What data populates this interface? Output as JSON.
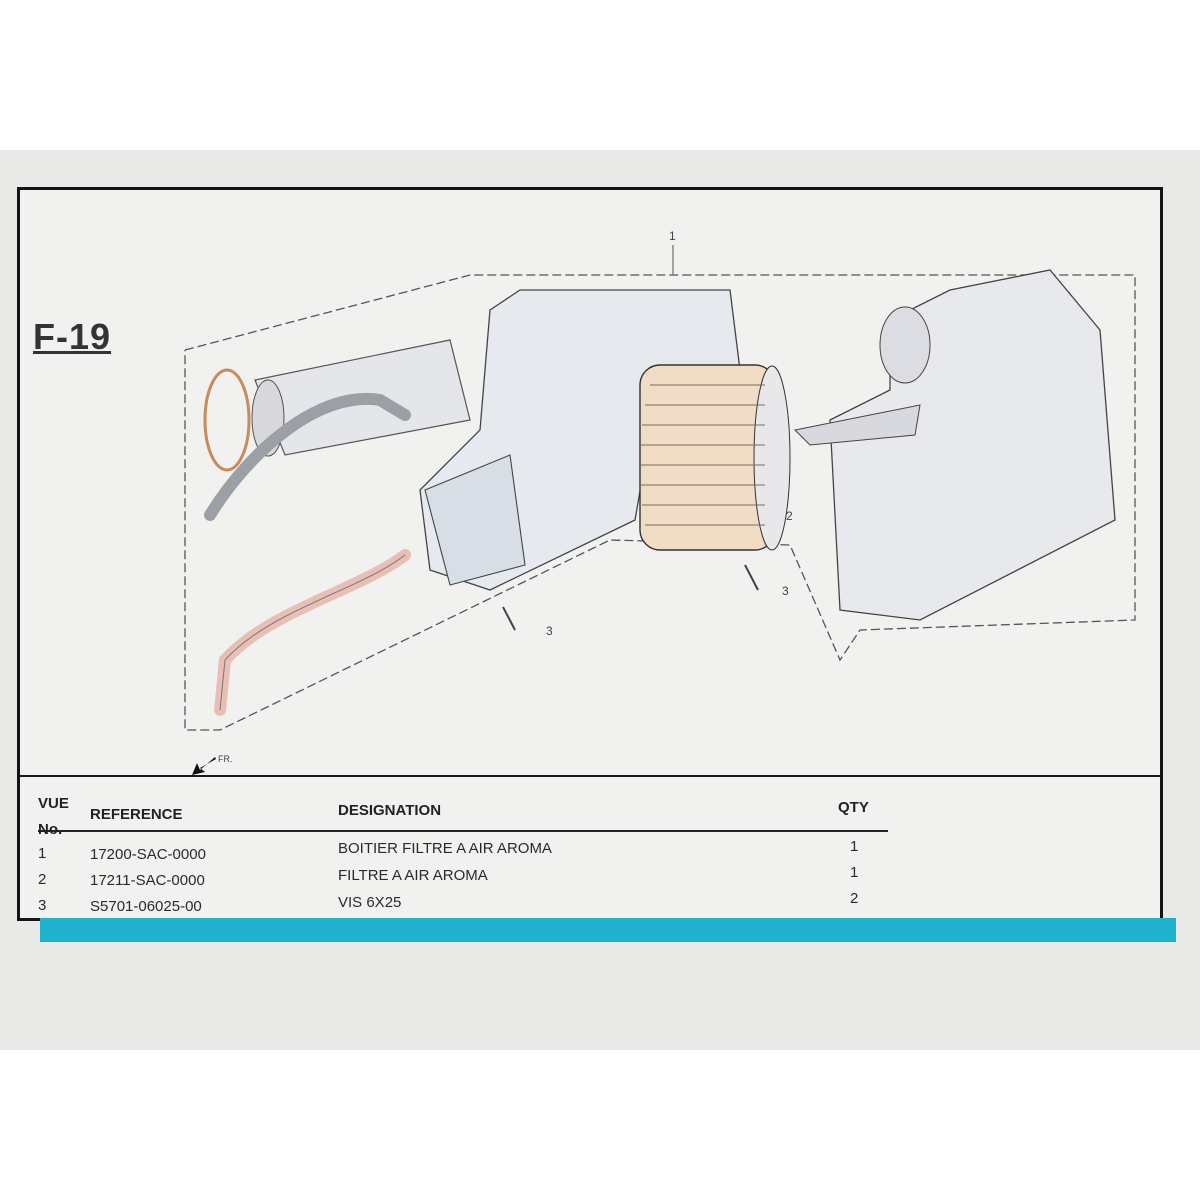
{
  "page_title": "F-19",
  "diagram": {
    "callouts": [
      "1",
      "2",
      "3",
      "3"
    ],
    "direction_label": "FR."
  },
  "table": {
    "headers": {
      "vue": "VUE",
      "no": "No.",
      "reference": "REFERENCE",
      "designation": "DESIGNATION",
      "qty": "QTY"
    },
    "rows": [
      {
        "vue": "1",
        "reference": "17200-SAC-0000",
        "designation": "BOITIER FILTRE A AIR AROMA",
        "qty": "1"
      },
      {
        "vue": "2",
        "reference": "17211-SAC-0000",
        "designation": "FILTRE A AIR AROMA",
        "qty": "1"
      },
      {
        "vue": "3",
        "reference": "S5701-06025-00",
        "designation": "VIS 6X25",
        "qty": "2"
      }
    ]
  },
  "colors": {
    "accent_bar": "#1fb3cf",
    "frame": "#141414"
  }
}
